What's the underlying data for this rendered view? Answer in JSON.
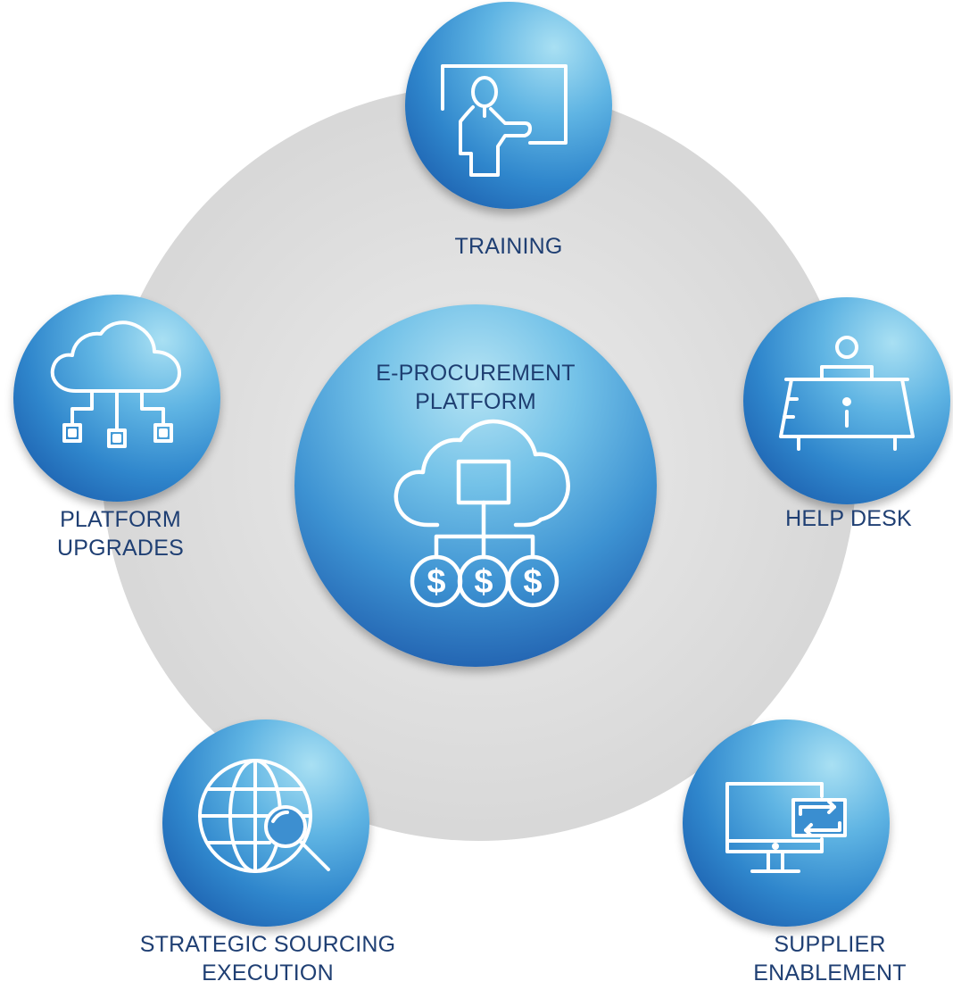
{
  "diagram": {
    "center": {
      "label_lines": [
        "E-PROCUREMENT",
        "PLATFORM"
      ],
      "icon": "cloud-with-dollar-coins-icon"
    },
    "nodes": [
      {
        "id": "training",
        "label_lines": [
          "TRAINING"
        ],
        "icon": "presenter-at-board-icon"
      },
      {
        "id": "help-desk",
        "label_lines": [
          "HELP DESK"
        ],
        "icon": "info-desk-person-icon"
      },
      {
        "id": "platform-upgrades",
        "label_lines": [
          "PLATFORM",
          "UPGRADES"
        ],
        "icon": "cloud-network-icon"
      },
      {
        "id": "strategic-sourcing",
        "label_lines": [
          "STRATEGIC SOURCING",
          "EXECUTION"
        ],
        "icon": "globe-magnifier-icon"
      },
      {
        "id": "supplier-enablement",
        "label_lines": [
          "SUPPLIER",
          "ENABLEMENT"
        ],
        "icon": "monitor-sync-icon"
      }
    ],
    "colors": {
      "text": "#1f3f73",
      "node_dark": "#1a55a4",
      "node_light": "#a9e0f3",
      "ring": "#d9d9d9"
    }
  }
}
